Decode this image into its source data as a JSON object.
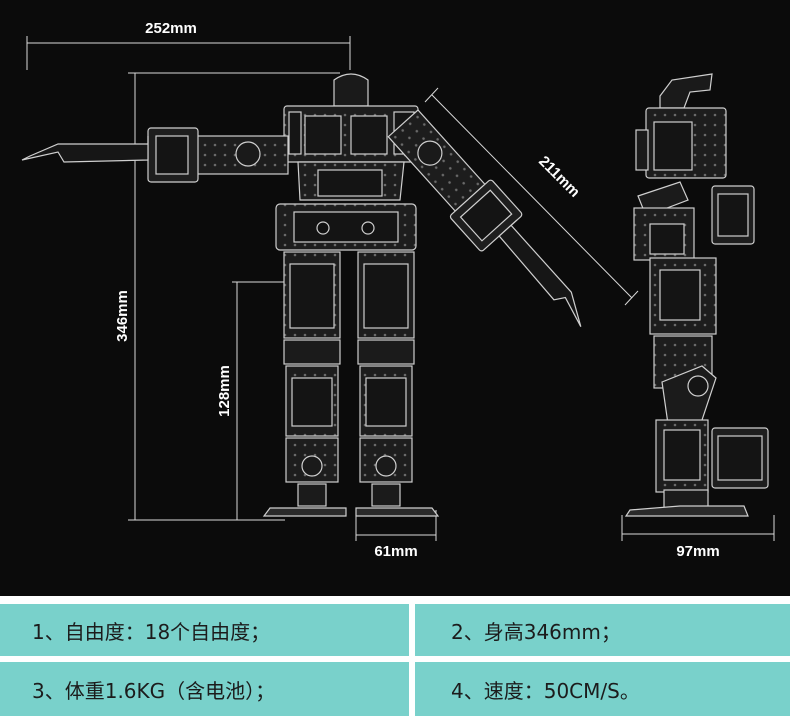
{
  "dimensions": {
    "overall_width": "252mm",
    "height": "346mm",
    "leg_height": "128mm",
    "arm_length": "211mm",
    "foot_width": "61mm",
    "side_depth": "97mm"
  },
  "specs": [
    "1、自由度：18个自由度；",
    "2、身高346mm；",
    "3、体重1.6KG（含电池）；",
    "4、速度：50CM/S。"
  ],
  "colors": {
    "background": "#0b0b0b",
    "spec_cell": "#79d1cb",
    "line": "#ffffff"
  }
}
